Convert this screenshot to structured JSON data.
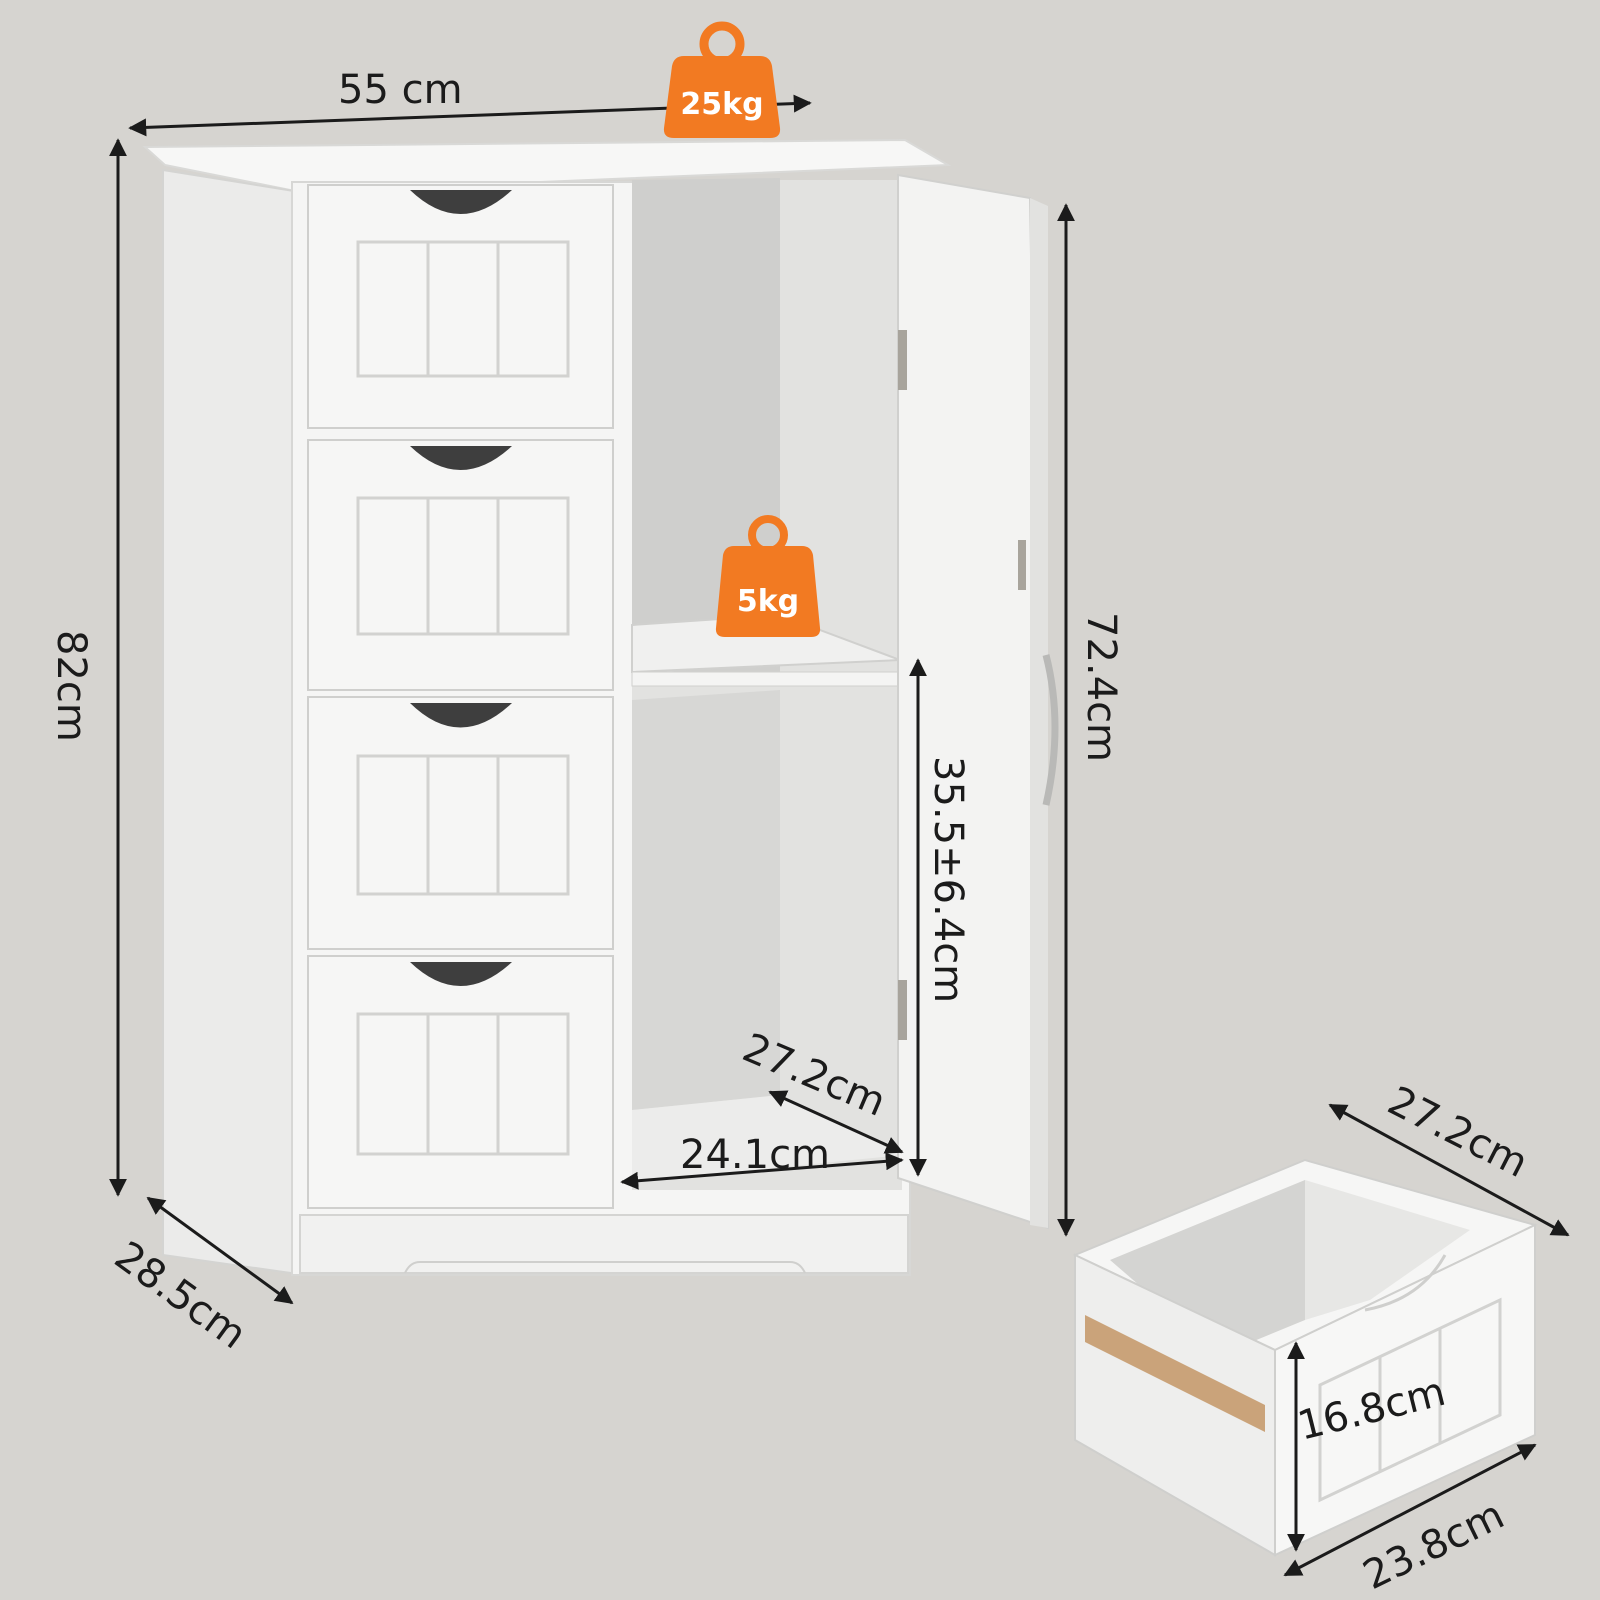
{
  "dimensions": {
    "width": "55 cm",
    "height_total": "82cm",
    "depth": "28.5cm",
    "door_height": "72.4cm",
    "shelf_gap": "35.5±6.4cm",
    "inner_depth": "27.2cm",
    "inner_width": "24.1cm",
    "drawer_depth": "27.2cm",
    "drawer_height": "16.8cm",
    "drawer_width": "23.8cm"
  },
  "load_badges": {
    "top": "25kg",
    "shelf": "5kg"
  },
  "colors": {
    "background": "#d6d4d0",
    "cabinet": "#f4f4f3",
    "interior": "#e4e4e2",
    "badge": "#f27a22",
    "line": "#1b1b1b"
  }
}
